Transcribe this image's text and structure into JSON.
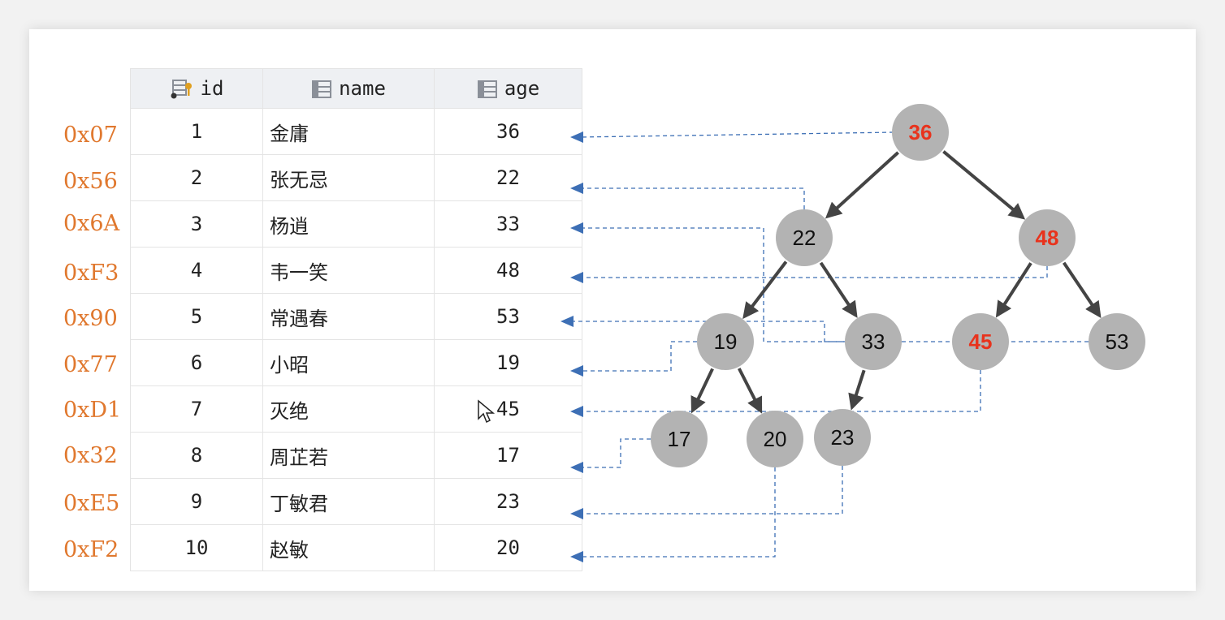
{
  "table": {
    "headers": {
      "id": "id",
      "name": "name",
      "age": "age"
    },
    "rows": [
      {
        "addr": "0x07",
        "id": "1",
        "name": "金庸",
        "age": "36"
      },
      {
        "addr": "0x56",
        "id": "2",
        "name": "张无忌",
        "age": "22"
      },
      {
        "addr": "0x6A",
        "id": "3",
        "name": "杨逍",
        "age": "33"
      },
      {
        "addr": "0xF3",
        "id": "4",
        "name": "韦一笑",
        "age": "48"
      },
      {
        "addr": "0x90",
        "id": "5",
        "name": "常遇春",
        "age": "53"
      },
      {
        "addr": "0x77",
        "id": "6",
        "name": "小昭",
        "age": "19"
      },
      {
        "addr": "0xD1",
        "id": "7",
        "name": "灭绝",
        "age": "45"
      },
      {
        "addr": "0x32",
        "id": "8",
        "name": "周芷若",
        "age": "17"
      },
      {
        "addr": "0xE5",
        "id": "9",
        "name": "丁敏君",
        "age": "23"
      },
      {
        "addr": "0xF2",
        "id": "10",
        "name": "赵敏",
        "age": "20"
      }
    ]
  },
  "tree": {
    "nodes": [
      {
        "key": "36",
        "highlight": true
      },
      {
        "key": "22",
        "highlight": false
      },
      {
        "key": "48",
        "highlight": true
      },
      {
        "key": "19",
        "highlight": false
      },
      {
        "key": "33",
        "highlight": false
      },
      {
        "key": "45",
        "highlight": true
      },
      {
        "key": "53",
        "highlight": false
      },
      {
        "key": "17",
        "highlight": false
      },
      {
        "key": "20",
        "highlight": false
      },
      {
        "key": "23",
        "highlight": false
      }
    ],
    "edges": [
      [
        "36",
        "22"
      ],
      [
        "36",
        "48"
      ],
      [
        "22",
        "19"
      ],
      [
        "22",
        "33"
      ],
      [
        "48",
        "45"
      ],
      [
        "48",
        "53"
      ],
      [
        "19",
        "17"
      ],
      [
        "19",
        "20"
      ],
      [
        "33",
        "23"
      ]
    ]
  },
  "colors": {
    "address": "#e0782e",
    "node_fill": "#b3b3b3",
    "highlight_text": "#e8331d",
    "pointer_line": "#3d6fb5"
  }
}
